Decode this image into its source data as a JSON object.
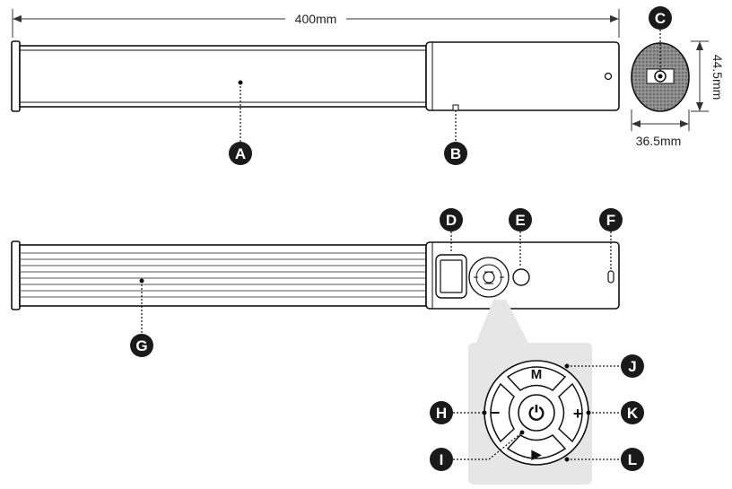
{
  "dimensions": {
    "length": "400mm",
    "height": "44.5mm",
    "width": "36.5mm"
  },
  "callouts": {
    "A": "A",
    "B": "B",
    "C": "C",
    "D": "D",
    "E": "E",
    "F": "F",
    "G": "G",
    "H": "H",
    "I": "I",
    "J": "J",
    "K": "K",
    "L": "L"
  },
  "buttons": {
    "mode": "M",
    "minus": "−",
    "plus": "+",
    "power": "⏻",
    "play": "▶"
  },
  "colors": {
    "callout": "#1a1a1a",
    "line": "#1a1a1a",
    "zoom_bg": "#e6e6e6"
  }
}
